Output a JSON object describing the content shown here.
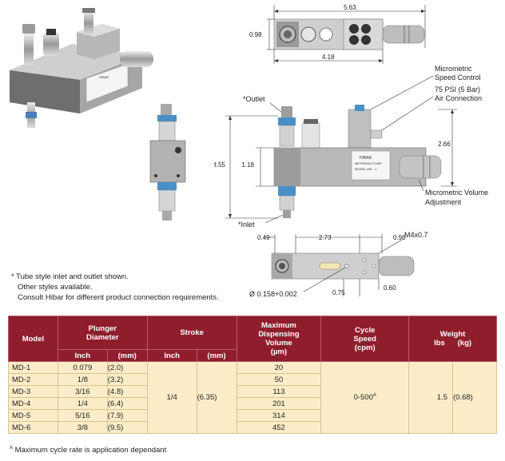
{
  "drawings": {
    "top_view": {
      "overall_length": "5.63",
      "height": "0.98",
      "body_length": "4.18"
    },
    "side_view": {
      "outlet_label": "*Outlet",
      "inlet_label": "*Inlet",
      "speed_control_label_1": "Micrometric",
      "speed_control_label_2": "Speed Control",
      "air_label_1": "75 PSI (5 Bar)",
      "air_label_2": "Air Connection",
      "volume_label_1": "Micrometric Volume",
      "volume_label_2": "Adjustment",
      "total_height": "3.55",
      "body_height": "1.18",
      "right_height": "2.66",
      "plate_text_1": "HIBAR",
      "plate_text_2": "METERING PUMP",
      "plate_text_3": "MODEL MD - 1"
    },
    "bottom_view": {
      "left_dim": "0.49",
      "mid_dim": "2.73",
      "right_dim": "0.96",
      "thread": "M4x0.7",
      "hole_dia": "Ø 0.158+0.002",
      "hole_spacing": "0.75",
      "hole_offset": "0.60"
    }
  },
  "notes": [
    "* Tube style inlet and outlet shown.",
    "Other styles available.",
    "Consult Hibar for different product connection requirements."
  ],
  "table": {
    "headers": {
      "model": "Model",
      "plunger_1": "Plunger",
      "plunger_2": "Diameter",
      "stroke": "Stroke",
      "volume_1": "Maximum",
      "volume_2": "Dispensing",
      "volume_3": "Volume",
      "volume_4": "(µm)",
      "cycle_1": "Cycle",
      "cycle_2": "Speed",
      "cycle_3": "(cpm)",
      "weight_1": "Weight",
      "weight_2": "lbs      (kg)",
      "inch": "Inch",
      "mm": "(mm)"
    },
    "rows": [
      {
        "model": "MD-1",
        "inch": "0.079",
        "mm": "(2.0)",
        "volume": "20"
      },
      {
        "model": "MD-2",
        "inch": "1/8",
        "mm": "(3.2)",
        "volume": "50"
      },
      {
        "model": "MD-3",
        "inch": "3/16",
        "mm": "(4.8)",
        "volume": "113"
      },
      {
        "model": "MD-4",
        "inch": "1/4",
        "mm": "(6.4)",
        "volume": "201"
      },
      {
        "model": "MD-5",
        "inch": "5/16",
        "mm": "(7.9)",
        "volume": "314"
      },
      {
        "model": "MD-6",
        "inch": "3/8",
        "mm": "(9.5)",
        "volume": "452"
      }
    ],
    "stroke_inch": "1/4",
    "stroke_mm": "(6.35)",
    "cycle_value": "0-500",
    "cycle_mark": "A",
    "weight_lbs": "1.5",
    "weight_kg": "(0.68)"
  },
  "footnote_mark": "A",
  "footnote": "Maximum cycle rate is application dependant"
}
